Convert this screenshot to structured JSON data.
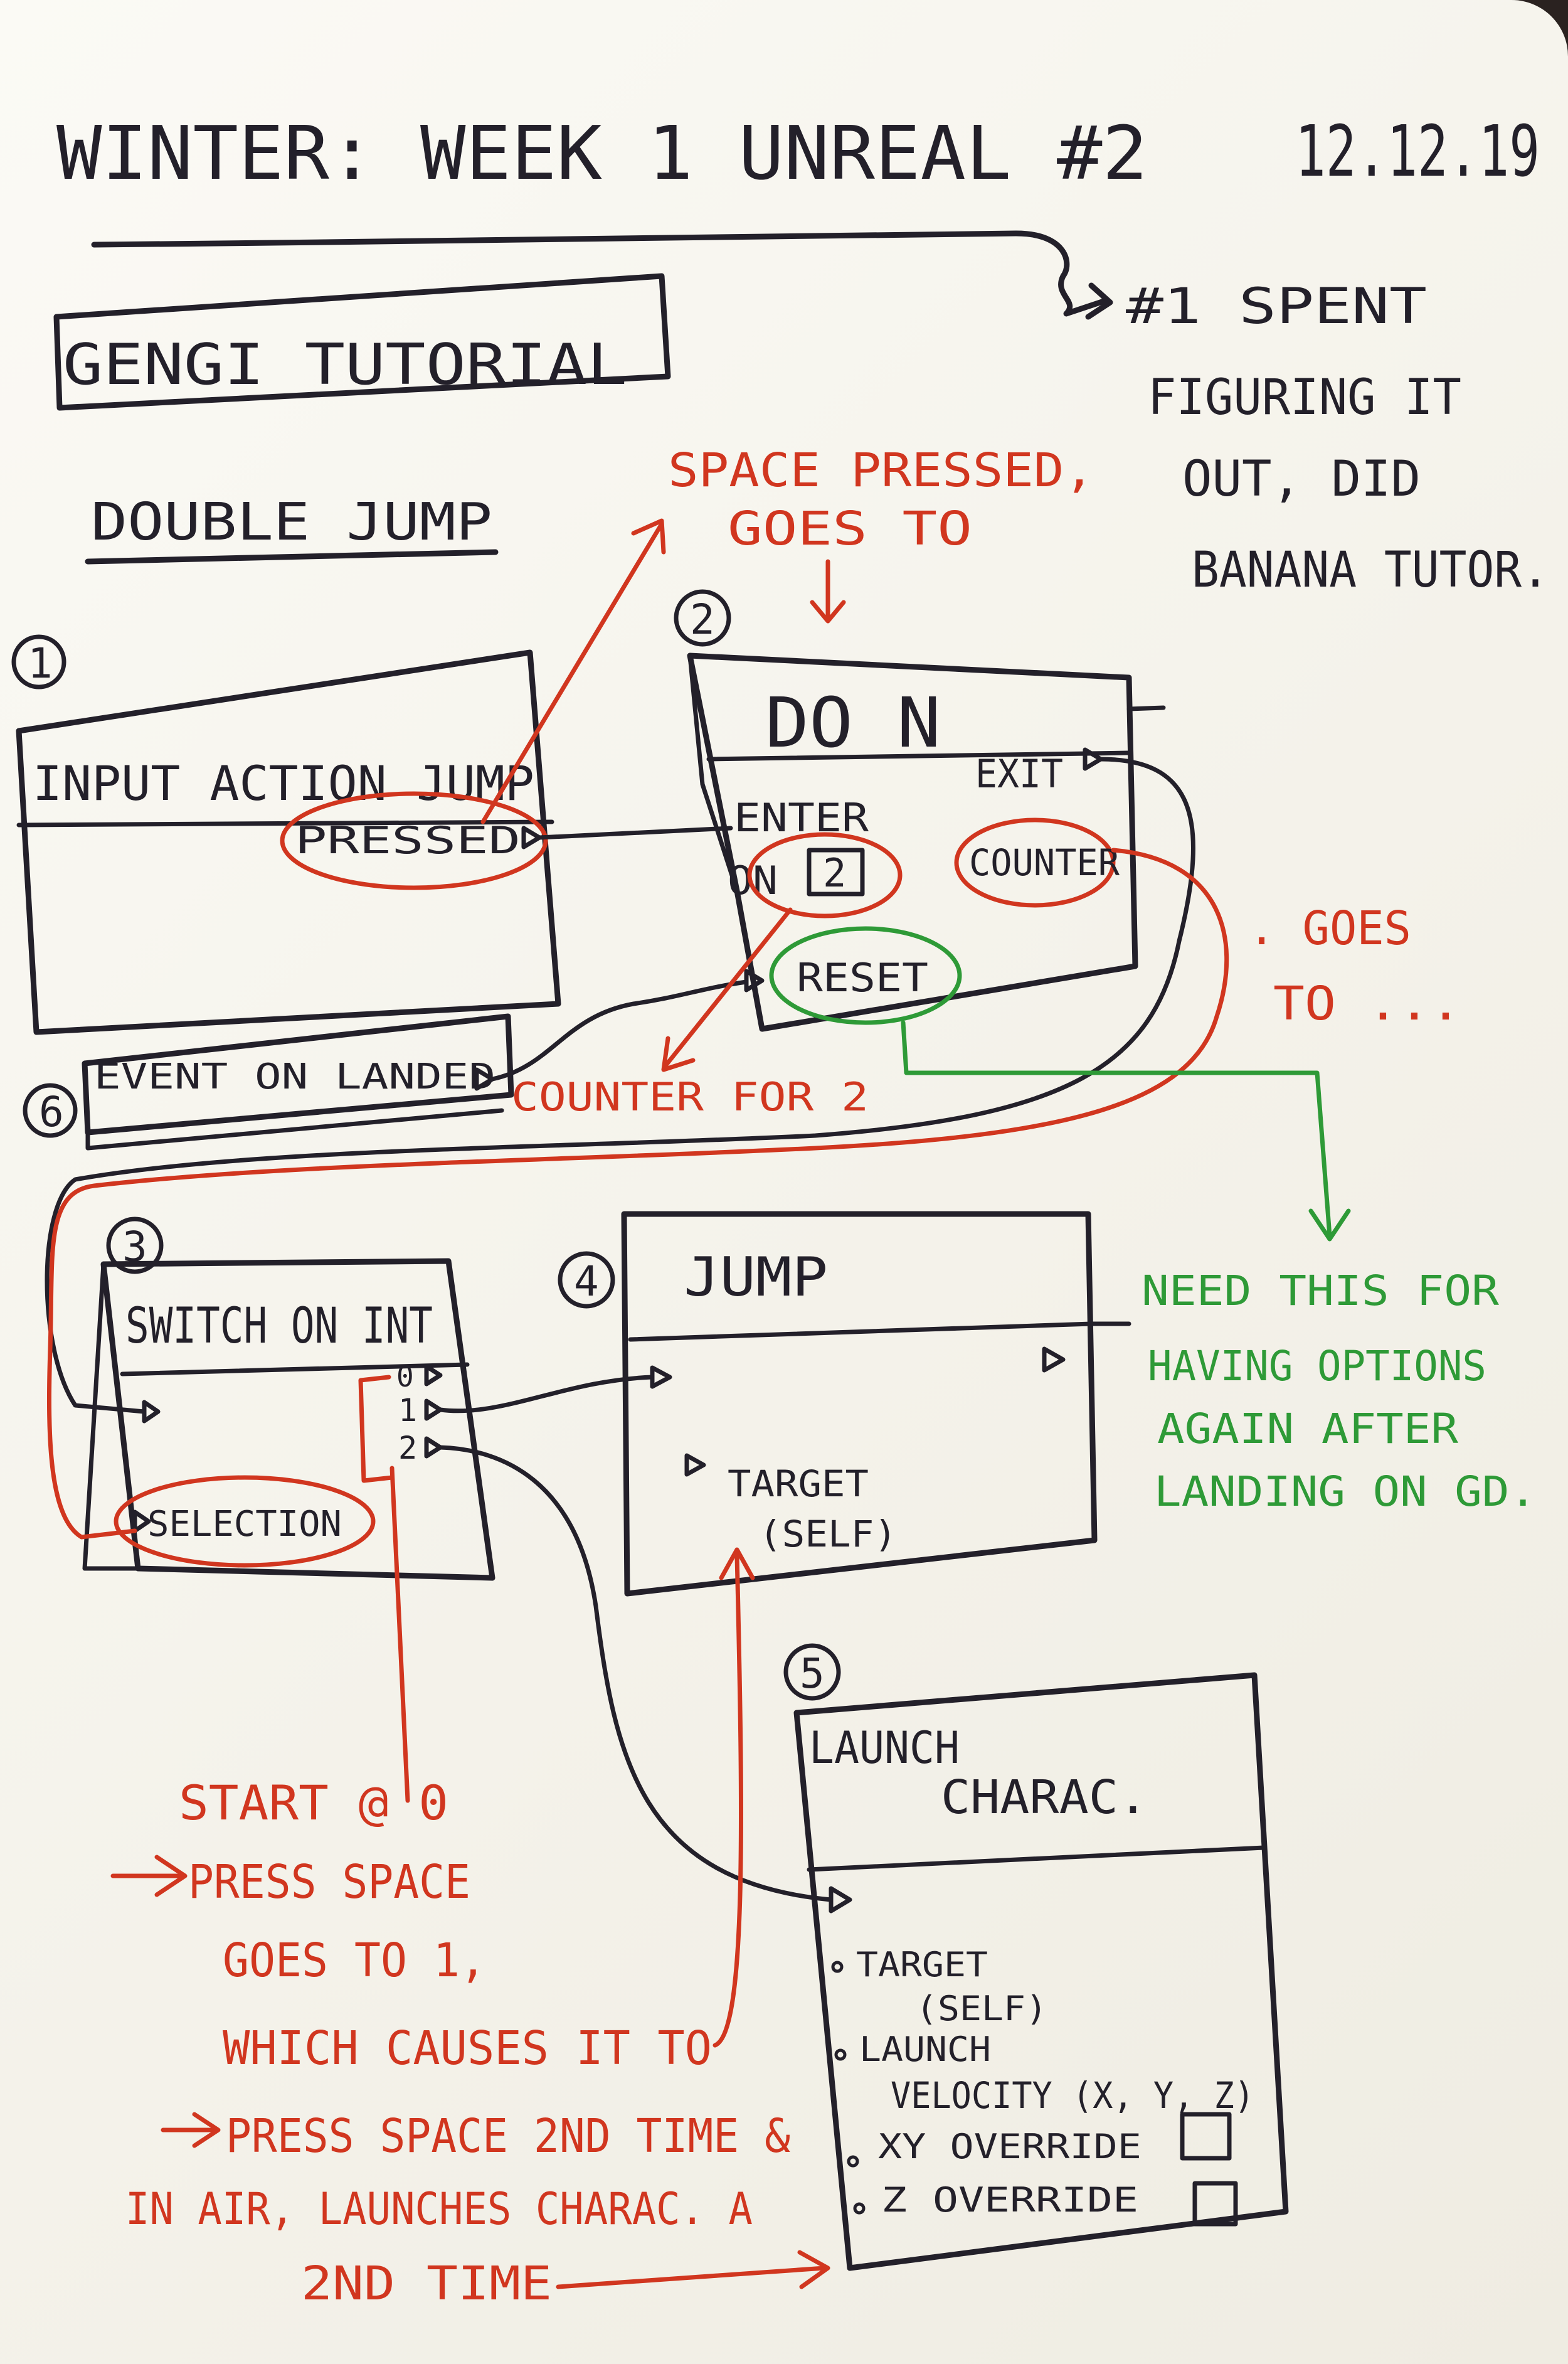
{
  "header": {
    "title": "WINTER: WEEK 1 UNREAL #2",
    "date": "12.12.19"
  },
  "side_note": {
    "line1": "#1 SPENT",
    "line2": "FIGURING IT",
    "line3": "OUT, DID",
    "line4": "BANANA TUTOR."
  },
  "tutorial_box": {
    "label": "GENGI TUTORIAL"
  },
  "section_title": "DOUBLE JUMP",
  "nodes": {
    "n1": {
      "num": "1",
      "title": "INPUT ACTION JUMP",
      "pin_pressed": "PRESSED"
    },
    "n2": {
      "num": "2",
      "title": "DO N",
      "pin_enter": "ENTER",
      "pin_on": "ON",
      "n_value": "2",
      "pin_exit": "EXIT",
      "pin_counter": "COUNTER",
      "pin_reset": "RESET"
    },
    "n6": {
      "num": "6",
      "title": "EVENT ON LANDED"
    },
    "n3": {
      "num": "3",
      "title": "SWITCH ON INT",
      "pin_selection": "SELECTION",
      "out0": "0",
      "out1": "1",
      "out2": "2"
    },
    "n4": {
      "num": "4",
      "title": "JUMP",
      "pin_target": "TARGET",
      "pin_target_sub": "(SELF)"
    },
    "n5": {
      "num": "5",
      "title1": "LAUNCH",
      "title2": "CHARAC.",
      "pin_target": "TARGET",
      "pin_target_sub": "(SELF)",
      "pin_launch": "LAUNCH",
      "pin_velocity": "VELOCITY (X, Y, Z)",
      "pin_xy": "XY OVERRIDE",
      "pin_z": "Z OVERRIDE"
    }
  },
  "annotations": {
    "space_pressed1": "SPACE PRESSED,",
    "space_pressed2": "GOES TO",
    "goes_to1": ". GOES",
    "goes_to2": "TO ...",
    "counter_for": "COUNTER FOR 2",
    "need1": "NEED THIS FOR",
    "need2": "HAVING OPTIONS",
    "need3": "AGAIN AFTER",
    "need4": "LANDING ON GD.",
    "start1": "START @ 0",
    "start2": "PRESS SPACE",
    "start3": "GOES TO 1,",
    "start4": "WHICH CAUSES IT TO",
    "start5": "PRESS SPACE 2ND TIME &",
    "start6": "IN AIR, LAUNCHES CHARAC. A",
    "start7": "2ND TIME"
  },
  "colors": {
    "ink": "#23202a",
    "red": "#d1361f",
    "green": "#2e9a37",
    "paper": "#f6f4ec"
  }
}
